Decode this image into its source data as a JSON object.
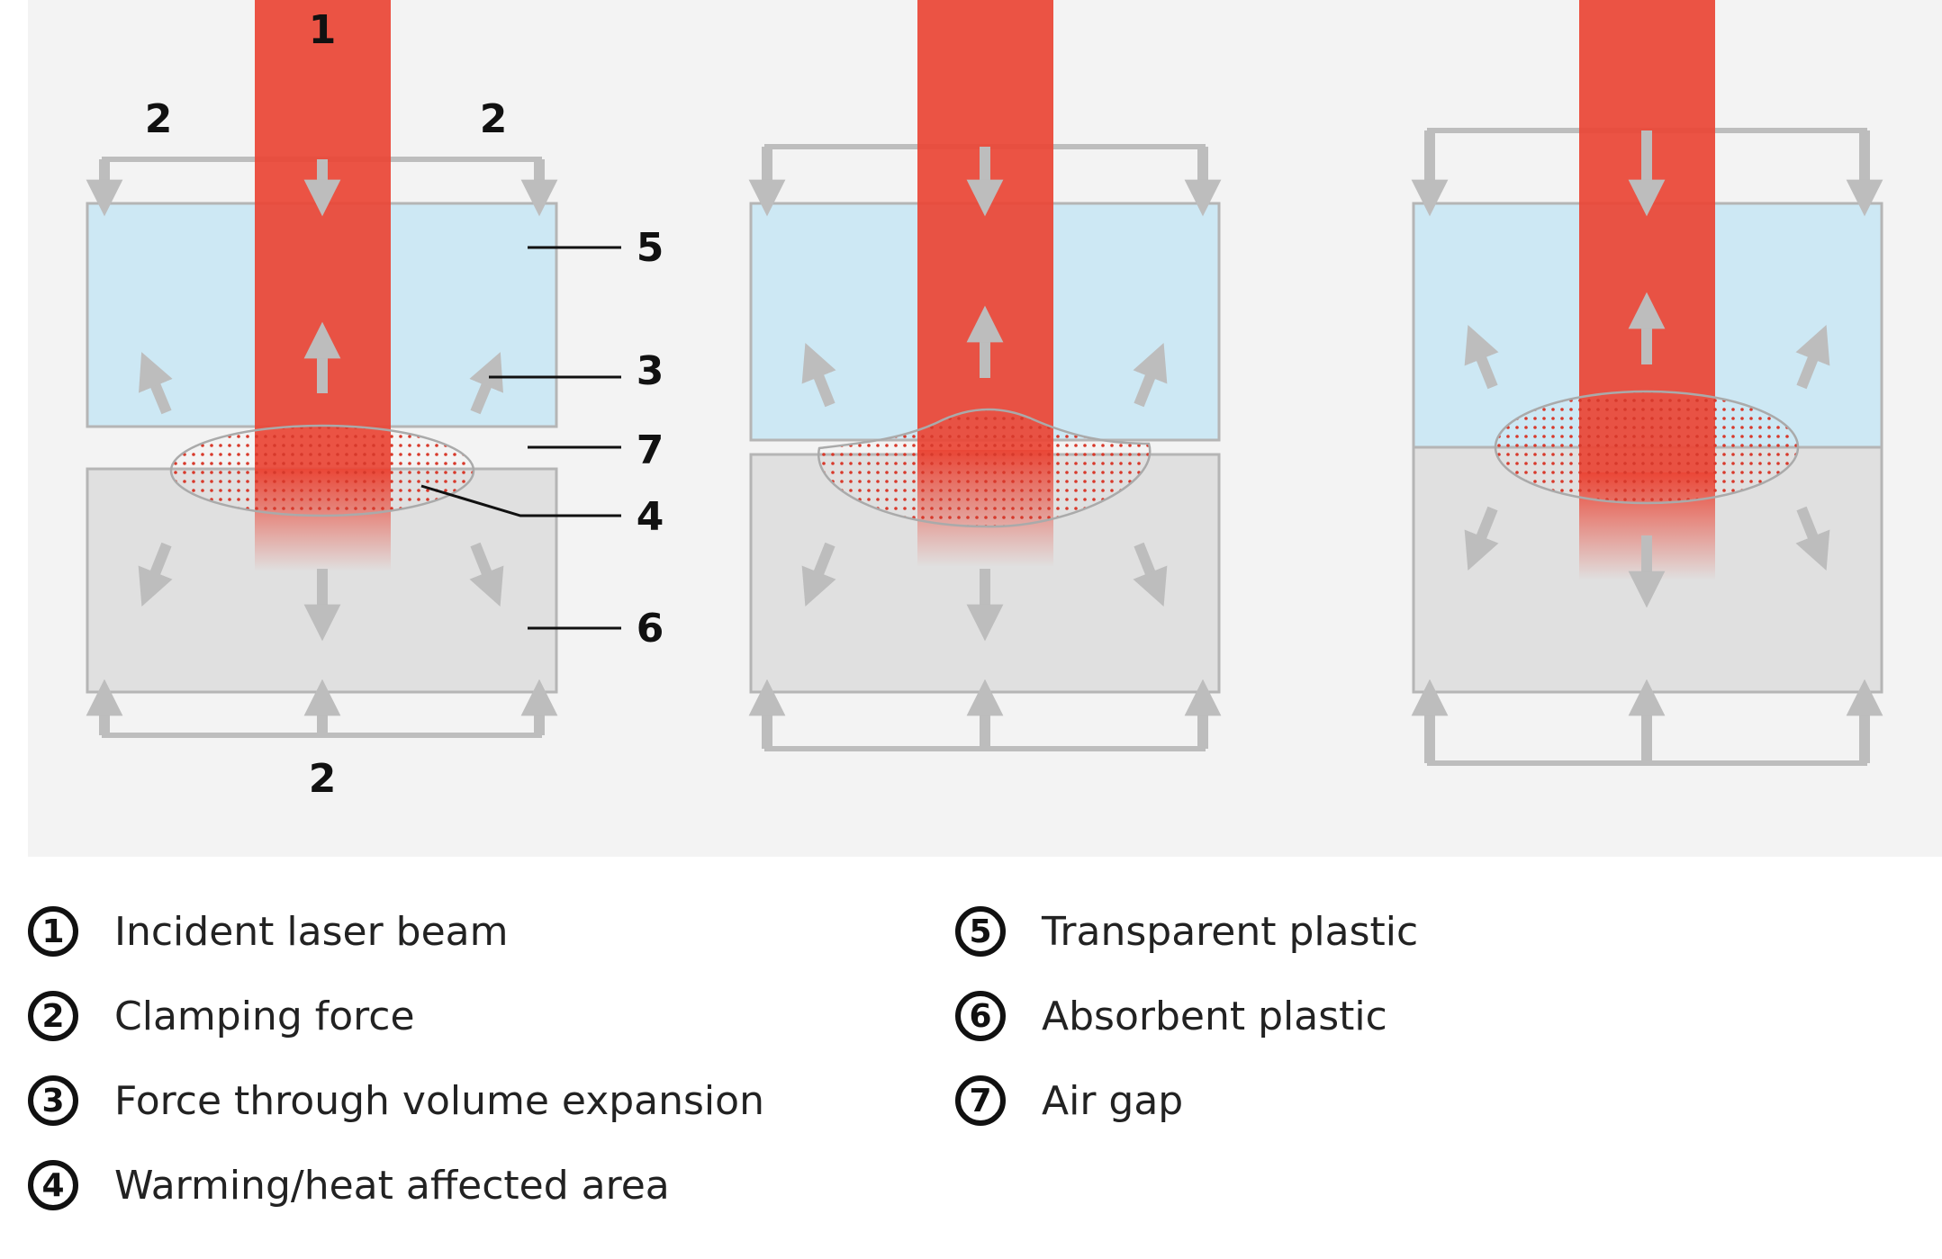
{
  "callouts": {
    "laser_beam": "1",
    "clamp_left": "2",
    "clamp_right": "2",
    "clamp_bottom": "2",
    "transparent_plastic": "5",
    "volume_expansion": "3",
    "air_gap": "7",
    "heat_area": "4",
    "absorbent_plastic": "6"
  },
  "legend": [
    {
      "number": "1",
      "label": "Incident laser beam"
    },
    {
      "number": "2",
      "label": "Clamping force"
    },
    {
      "number": "3",
      "label": "Force through volume expansion"
    },
    {
      "number": "4",
      "label": "Warming/heat affected area"
    },
    {
      "number": "5",
      "label": "Transparent plastic"
    },
    {
      "number": "6",
      "label": "Absorbent plastic"
    },
    {
      "number": "7",
      "label": "Air gap"
    }
  ],
  "colors": {
    "background_panel": "#f3f3f3",
    "laser": "#ea4636",
    "transparent_plastic": "#cde8f4",
    "absorbent_plastic": "#e0e0e0",
    "force_arrow": "#bdbdbd",
    "outline": "#b5b5b5",
    "text": "#111111"
  }
}
